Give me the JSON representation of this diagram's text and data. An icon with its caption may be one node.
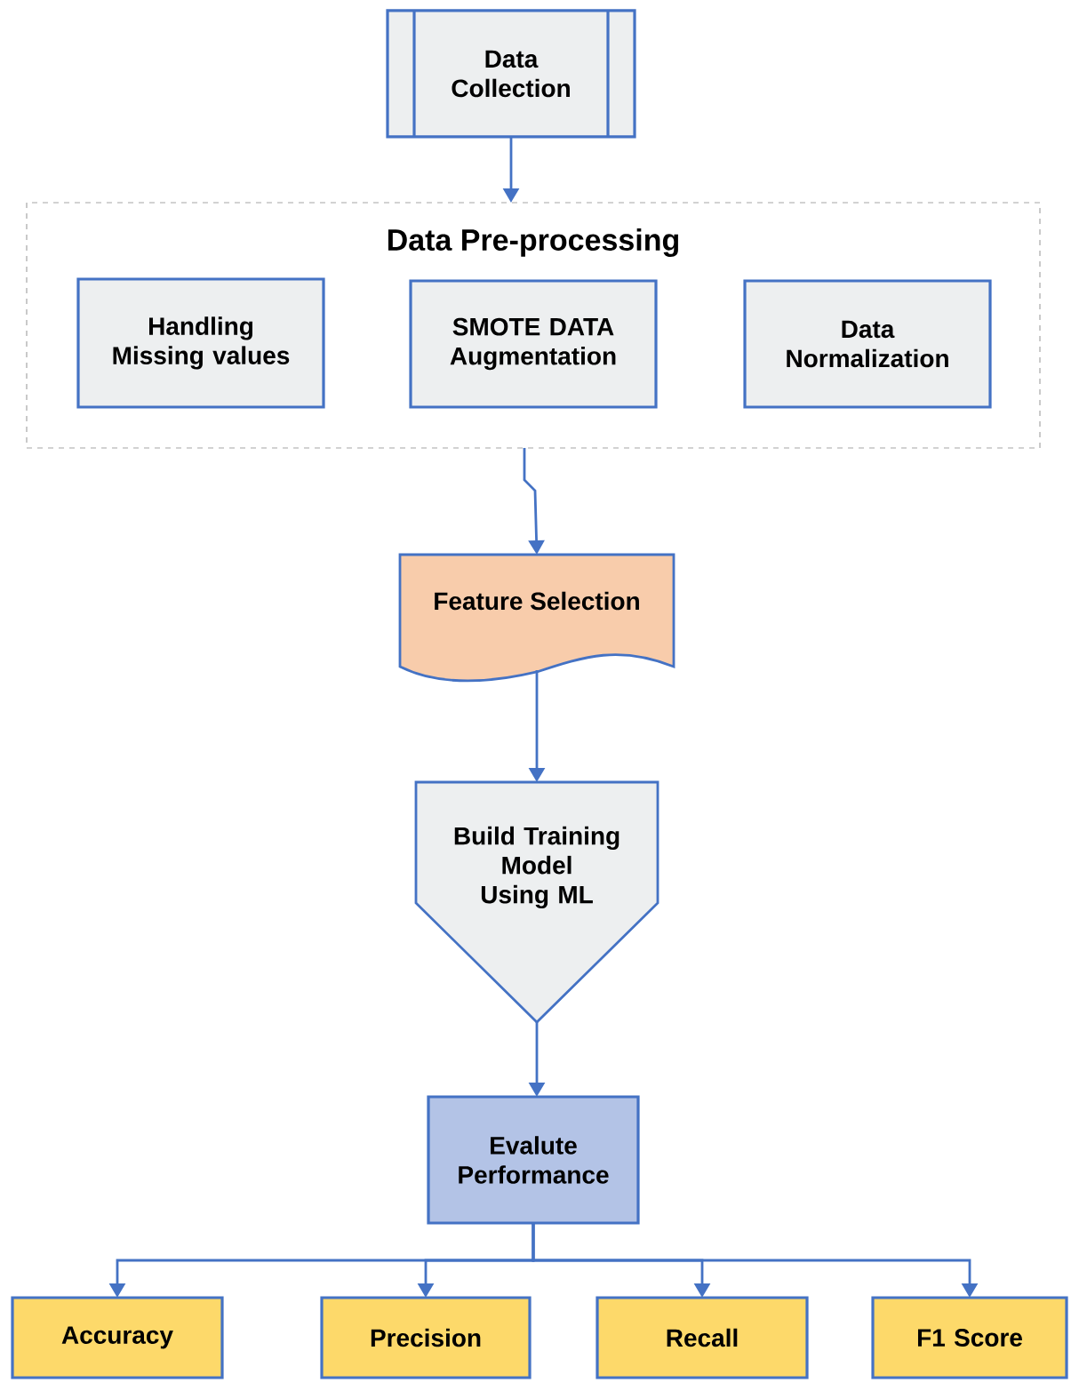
{
  "diagram": {
    "nodes": [
      {
        "text": [
          "Data Collection"
        ]
      },
      {
        "text": [
          "Data Pre-processing"
        ]
      },
      {
        "text": [
          "Handling Missing values"
        ],
        "in": 1
      },
      {
        "text": [
          "SMOTE DATA Augmentation"
        ],
        "in": 1
      },
      {
        "text": [
          "Data Normalization"
        ],
        "in": 1
      },
      {
        "text": [
          "Feature Selection"
        ]
      },
      {
        "text": [
          "Build Training Model Using ML"
        ]
      },
      {
        "text": [
          "Evalute Performance"
        ]
      },
      {
        "text": [
          "Accuracy"
        ]
      },
      {
        "text": [
          "Precision"
        ]
      },
      {
        "text": [
          "Recall"
        ]
      },
      {
        "text": [
          "F1 Score"
        ]
      }
    ],
    "edges": [
      {
        "from": 0,
        "to": 1,
        "arrow": "to"
      },
      {
        "from": 1,
        "to": 5,
        "arrow": "to"
      },
      {
        "from": 5,
        "to": 6,
        "arrow": "to"
      },
      {
        "from": 6,
        "to": 7,
        "arrow": "to"
      },
      {
        "from": 7,
        "to": 8,
        "arrow": "to"
      },
      {
        "from": 7,
        "to": 9,
        "arrow": "to"
      },
      {
        "from": 7,
        "to": 10,
        "arrow": "to"
      },
      {
        "from": 7,
        "to": 11,
        "arrow": "to"
      }
    ]
  }
}
